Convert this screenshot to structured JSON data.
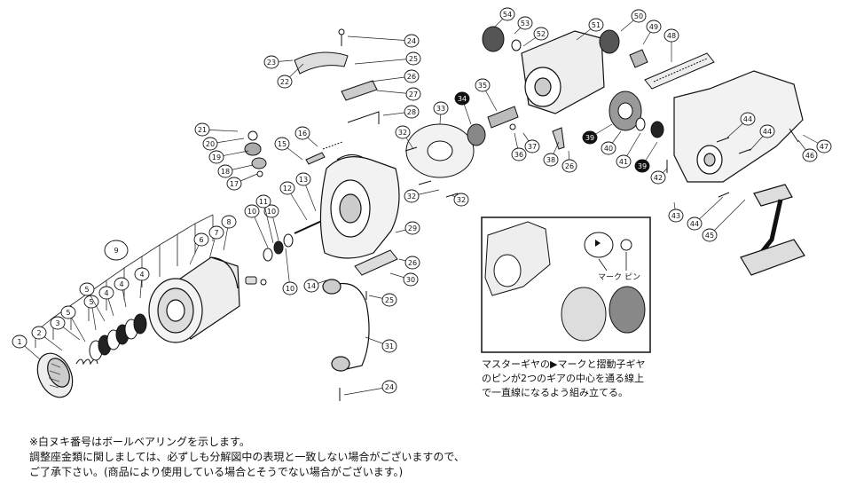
{
  "callouts": [
    {
      "label": "1",
      "type": "plain"
    },
    {
      "label": "2",
      "type": "plain"
    },
    {
      "label": "3",
      "type": "plain"
    },
    {
      "label": "4",
      "type": "plain"
    },
    {
      "label": "4",
      "type": "plain"
    },
    {
      "label": "4",
      "type": "plain"
    },
    {
      "label": "5",
      "type": "plain"
    },
    {
      "label": "5",
      "type": "plain"
    },
    {
      "label": "5",
      "type": "plain"
    },
    {
      "label": "6",
      "type": "plain"
    },
    {
      "label": "7",
      "type": "plain"
    },
    {
      "label": "8",
      "type": "plain"
    },
    {
      "label": "9",
      "type": "plain"
    },
    {
      "label": "10",
      "type": "plain"
    },
    {
      "label": "10",
      "type": "plain"
    },
    {
      "label": "10",
      "type": "plain"
    },
    {
      "label": "11",
      "type": "plain"
    },
    {
      "label": "12",
      "type": "plain"
    },
    {
      "label": "13",
      "type": "plain"
    },
    {
      "label": "14",
      "type": "plain"
    },
    {
      "label": "15",
      "type": "plain"
    },
    {
      "label": "16",
      "type": "plain"
    },
    {
      "label": "17",
      "type": "plain"
    },
    {
      "label": "18",
      "type": "plain"
    },
    {
      "label": "19",
      "type": "plain"
    },
    {
      "label": "20",
      "type": "plain"
    },
    {
      "label": "21",
      "type": "plain"
    },
    {
      "label": "22",
      "type": "plain"
    },
    {
      "label": "23",
      "type": "plain"
    },
    {
      "label": "24",
      "type": "plain"
    },
    {
      "label": "24",
      "type": "plain"
    },
    {
      "label": "25",
      "type": "plain"
    },
    {
      "label": "25",
      "type": "plain"
    },
    {
      "label": "26",
      "type": "plain"
    },
    {
      "label": "26",
      "type": "plain"
    },
    {
      "label": "26",
      "type": "plain"
    },
    {
      "label": "27",
      "type": "plain"
    },
    {
      "label": "28",
      "type": "plain"
    },
    {
      "label": "29",
      "type": "plain"
    },
    {
      "label": "30",
      "type": "plain"
    },
    {
      "label": "31",
      "type": "plain"
    },
    {
      "label": "32",
      "type": "plain"
    },
    {
      "label": "32",
      "type": "plain"
    },
    {
      "label": "32",
      "type": "plain"
    },
    {
      "label": "33",
      "type": "plain"
    },
    {
      "label": "34",
      "type": "bearing"
    },
    {
      "label": "35",
      "type": "plain"
    },
    {
      "label": "36",
      "type": "plain"
    },
    {
      "label": "37",
      "type": "plain"
    },
    {
      "label": "38",
      "type": "plain"
    },
    {
      "label": "39",
      "type": "bearing"
    },
    {
      "label": "39",
      "type": "bearing"
    },
    {
      "label": "40",
      "type": "plain"
    },
    {
      "label": "41",
      "type": "plain"
    },
    {
      "label": "42",
      "type": "plain"
    },
    {
      "label": "43",
      "type": "plain"
    },
    {
      "label": "44",
      "type": "plain"
    },
    {
      "label": "44",
      "type": "plain"
    },
    {
      "label": "44",
      "type": "plain"
    },
    {
      "label": "45",
      "type": "plain"
    },
    {
      "label": "46",
      "type": "plain"
    },
    {
      "label": "47",
      "type": "plain"
    },
    {
      "label": "48",
      "type": "plain"
    },
    {
      "label": "49",
      "type": "plain"
    },
    {
      "label": "50",
      "type": "plain"
    },
    {
      "label": "51",
      "type": "plain"
    },
    {
      "label": "52",
      "type": "plain"
    },
    {
      "label": "53",
      "type": "plain"
    },
    {
      "label": "54",
      "type": "plain"
    }
  ],
  "inset": {
    "mark_label": "マーク",
    "pin_label": "ピン",
    "note_lines": [
      "マスターギヤの▶マークと摺動子ギヤ",
      "のピンが2つのギアの中心を通る線上",
      "で一直線になるよう組み立てる。"
    ]
  },
  "footnotes": [
    "※白ヌキ番号はボールベアリングを示します。",
    "調整座金類に関しましては、必ずしも分解図中の表現と一致しない場合がございますので、",
    "ご了承下さい。(商品により使用している場合とそうでない場合がございます。)"
  ]
}
